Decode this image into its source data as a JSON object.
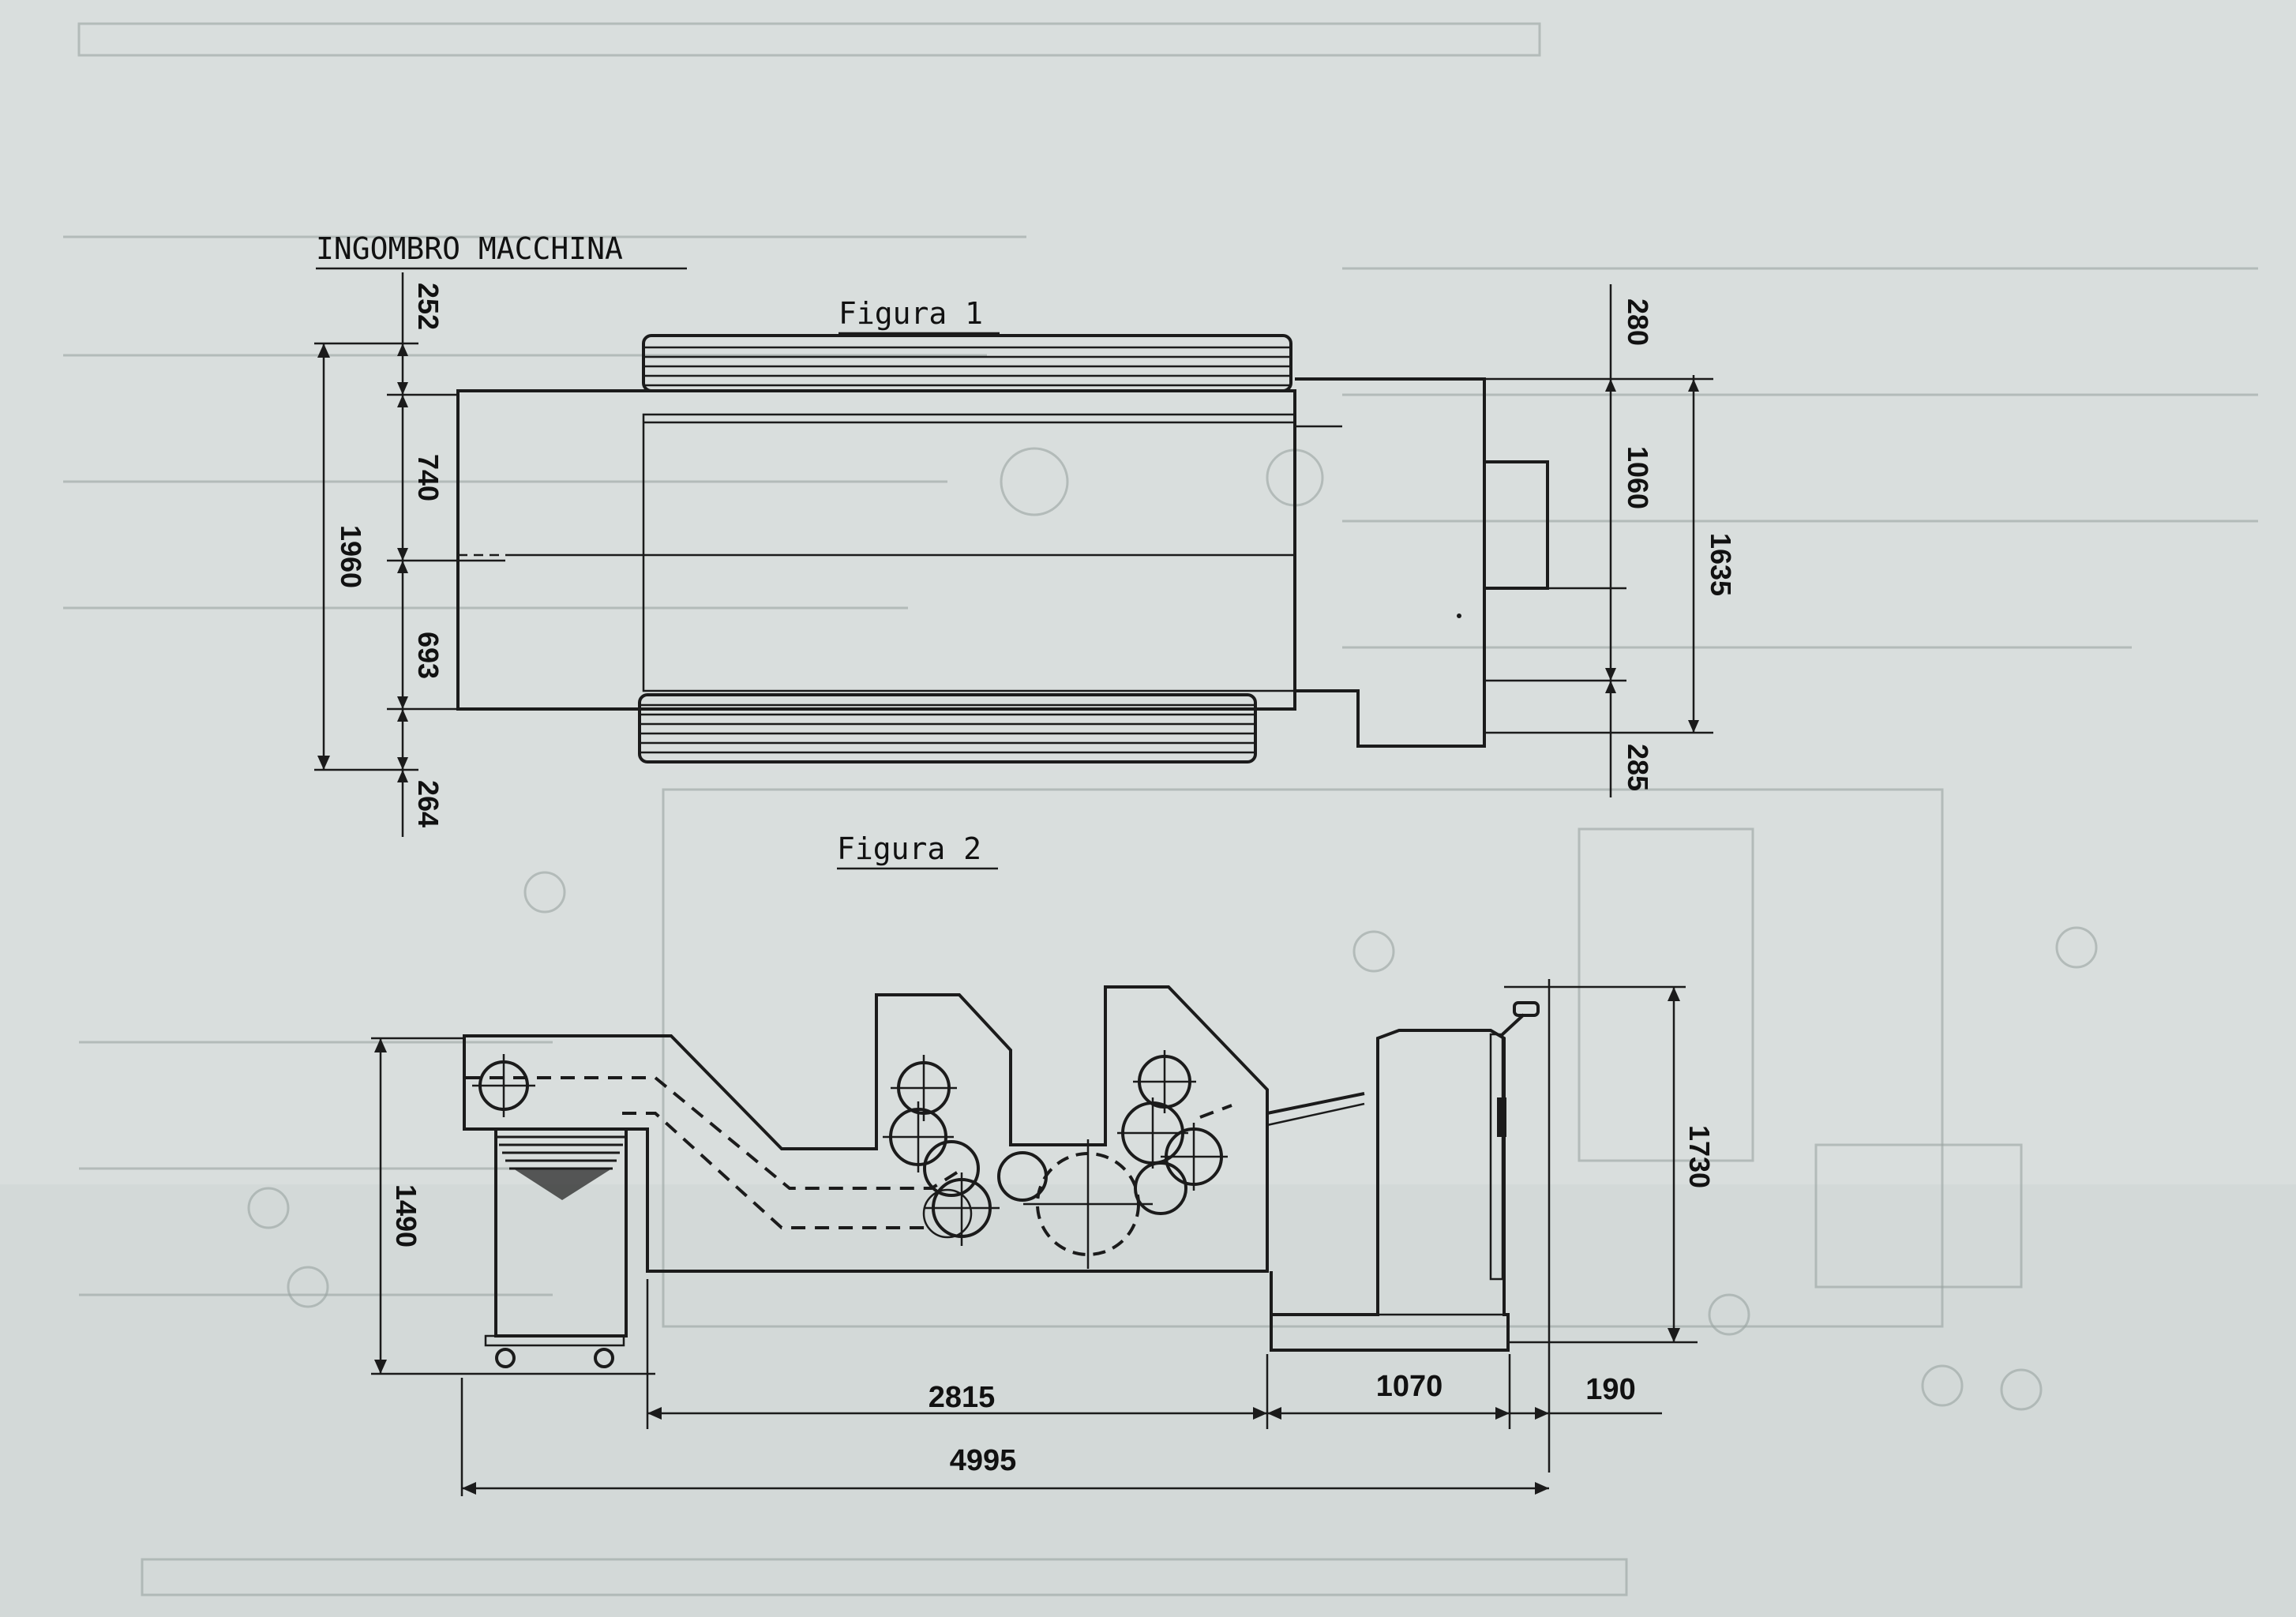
{
  "sheet_title": "INGOMBRO MACCHINA",
  "figure1": {
    "label": "Figura 1",
    "dimensions": {
      "left_total": "1960",
      "left_top": "252",
      "left_upper": "740",
      "left_lower": "693",
      "left_bottom": "264",
      "right_top": "280",
      "right_middle": "1060",
      "right_total": "1635",
      "right_bottom": "285"
    }
  },
  "figure2": {
    "label": "Figura 2",
    "dimensions": {
      "height_left": "1490",
      "height_right": "1730",
      "length_main": "2815",
      "length_delivery": "1070",
      "length_offset": "190",
      "length_total": "4995"
    }
  },
  "colors": {
    "paper": "#d9dedd",
    "ink": "#1b1b1b",
    "bleed_through": "#8e9796"
  }
}
